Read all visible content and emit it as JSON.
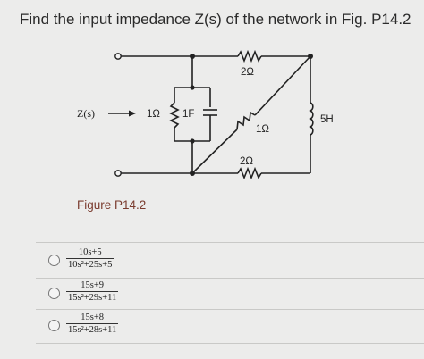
{
  "question": {
    "text": "Find the input impedance Z(s) of the network in Fig. P14.2"
  },
  "figure": {
    "caption": "Figure P14.2",
    "labels": {
      "zs": "Z(s)",
      "r_top": "2Ω",
      "r_left": "1Ω",
      "c_left": "1F",
      "r_diag": "1Ω",
      "r_bottom": "2Ω",
      "l_right": "5H"
    }
  },
  "options": [
    {
      "numerator": "10s+5",
      "denominator": "10s²+25s+5"
    },
    {
      "numerator": "15s+9",
      "denominator": "15s²+29s+11"
    },
    {
      "numerator": "15s+8",
      "denominator": "15s²+28s+11"
    }
  ]
}
